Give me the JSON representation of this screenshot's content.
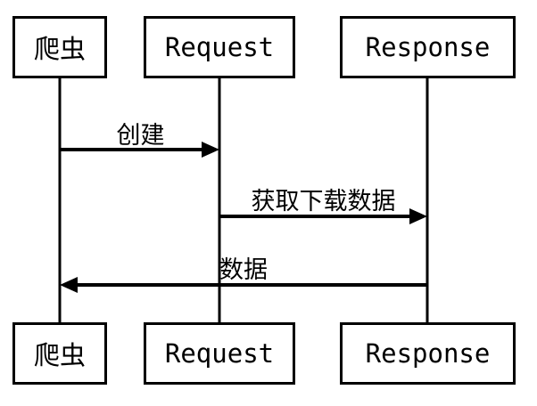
{
  "diagram": {
    "type": "sequence-diagram",
    "colors": {
      "line": "#000000",
      "background": "#ffffff"
    },
    "participants": [
      {
        "id": "crawler",
        "label": "爬虫"
      },
      {
        "id": "request",
        "label": "Request"
      },
      {
        "id": "response",
        "label": "Response"
      }
    ],
    "messages": [
      {
        "id": "create",
        "label": "创建",
        "from": "crawler",
        "to": "request",
        "direction": "right"
      },
      {
        "id": "fetch-download-data",
        "label": "获取下载数据",
        "from": "request",
        "to": "response",
        "direction": "right"
      },
      {
        "id": "data",
        "label": "数据",
        "from": "response",
        "to": "crawler",
        "direction": "left"
      }
    ]
  }
}
